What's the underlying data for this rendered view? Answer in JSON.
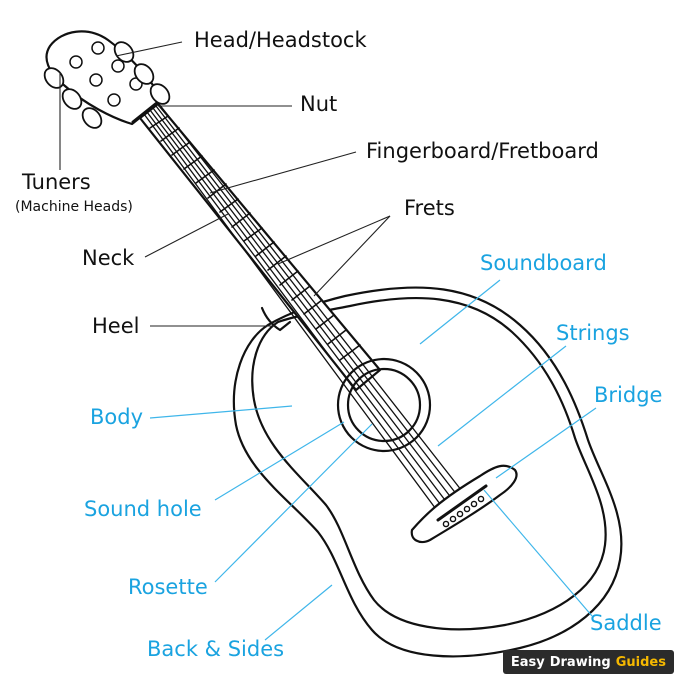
{
  "labels": {
    "head": "Head/Headstock",
    "nut": "Nut",
    "fingerboard": "Fingerboard/Fretboard",
    "tuners": "Tuners",
    "tuners_sub": "(Machine Heads)",
    "frets": "Frets",
    "neck": "Neck",
    "heel": "Heel",
    "soundboard": "Soundboard",
    "strings": "Strings",
    "bridge": "Bridge",
    "body": "Body",
    "sound_hole": "Sound hole",
    "rosette": "Rosette",
    "saddle": "Saddle",
    "back_sides": "Back & Sides"
  },
  "brand": {
    "word1": "Easy",
    "word2": "Drawing",
    "word3": "Guides"
  },
  "colors": {
    "outline": "#111111",
    "label_black": "#111111",
    "label_blue": "#1AA3E0",
    "leader_blue": "#3FB6EA"
  }
}
